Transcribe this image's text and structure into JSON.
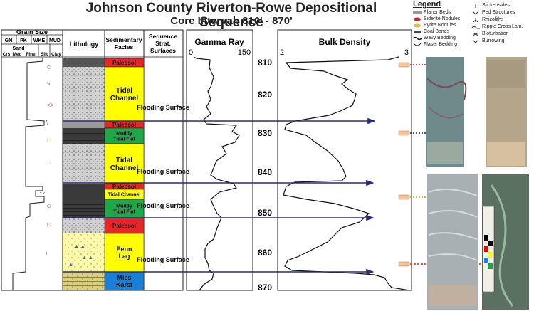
{
  "title": "Johnson County Riverton-Rowe Depositional Sequence",
  "subtitle": "Core Interval: 810' - 870'",
  "columns": {
    "grain_size": "Grain Size",
    "gs_top": [
      "GN",
      "PK",
      "WKE",
      "MUD"
    ],
    "gs_sand": "Sand",
    "gs_bottom": [
      "Crs",
      "Med",
      "Fine",
      "Silt",
      "Clay"
    ],
    "lithology": "Lithology",
    "facies_l1": "Sedimentary",
    "facies_l2": "Facies",
    "seq_l1": "Sequence",
    "seq_l2": "Strat.",
    "seq_l3": "Surfaces",
    "gamma": "Gamma Ray",
    "bulk": "Bulk Density"
  },
  "gamma_axis": {
    "min": "0",
    "max": "150"
  },
  "bulk_axis": {
    "min": "2",
    "max": "3"
  },
  "depths": [
    "810",
    "820",
    "830",
    "840",
    "850",
    "860",
    "870"
  ],
  "facies": [
    {
      "label": "Paleosol",
      "color": "#e8262a"
    },
    {
      "label": "Tidal Channel",
      "color": "#ffff00"
    },
    {
      "label": "Paleosol",
      "color": "#e8262a"
    },
    {
      "label": "Muddy Tidal Flat",
      "color": "#1ea84a"
    },
    {
      "label": "Tidal Channel",
      "color": "#ffff00"
    },
    {
      "label": "Paleosol",
      "color": "#e8262a"
    },
    {
      "label": "Tidal Channel",
      "color": "#ffff00"
    },
    {
      "label": "Muddy Tidal Flat",
      "color": "#1ea84a"
    },
    {
      "label": "Paleosol",
      "color": "#e8262a"
    },
    {
      "label": "Penn Lag",
      "color": "#ffff00"
    },
    {
      "label": "Miss Karst",
      "color": "#1a7fd6"
    }
  ],
  "surfaces": [
    "Flooding Surface",
    "Flooding Surface",
    "Flooding Surface",
    "Flooding Surface"
  ],
  "legend": {
    "title": "Legend",
    "items": [
      "Planer Beds",
      "Siderite Nodules",
      "Pyrite Nodules",
      "Coal Bands",
      "Wavy Bedding",
      "Flaser Bedding",
      "Slickensides",
      "Ped Structures",
      "Rhizoliths",
      "Ripple Cross Lam.",
      "Bioturbation",
      "Burrowing"
    ]
  },
  "colors": {
    "arrow": "#2a2a7a",
    "marker": "#f4c79a"
  }
}
